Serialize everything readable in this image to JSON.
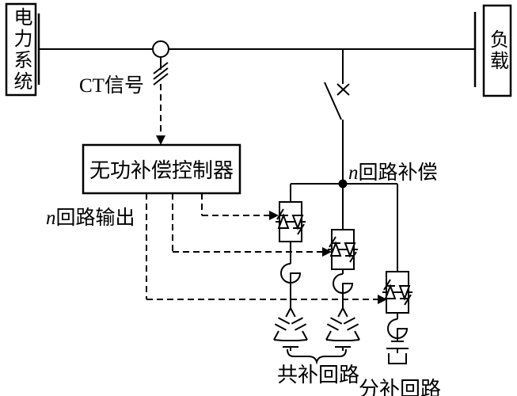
{
  "boxes": {
    "power_system": "电力系统",
    "load": "负载",
    "controller": "无功补偿控制器"
  },
  "labels": {
    "ct_signal": "CT信号",
    "n_compensation": {
      "n_var": "n",
      "text": "回路补偿"
    },
    "n_output": {
      "n_var": "n",
      "text": "回路输出"
    },
    "common_branch": "共补回路",
    "separate_branch": "分补回路"
  },
  "icons": {
    "ct_sensor": "current-transformer-circle",
    "breaker": "disconnector-switch-x",
    "thyristor_valve": "antiparallel-thyristor-pair",
    "reactor": "arc-coil-reactor",
    "delta_capacitor": "delta-connected-capacitor-bank",
    "capacitor": "plate-capacitor"
  },
  "colors": {
    "line": "#000000",
    "background": "#ffffff"
  }
}
